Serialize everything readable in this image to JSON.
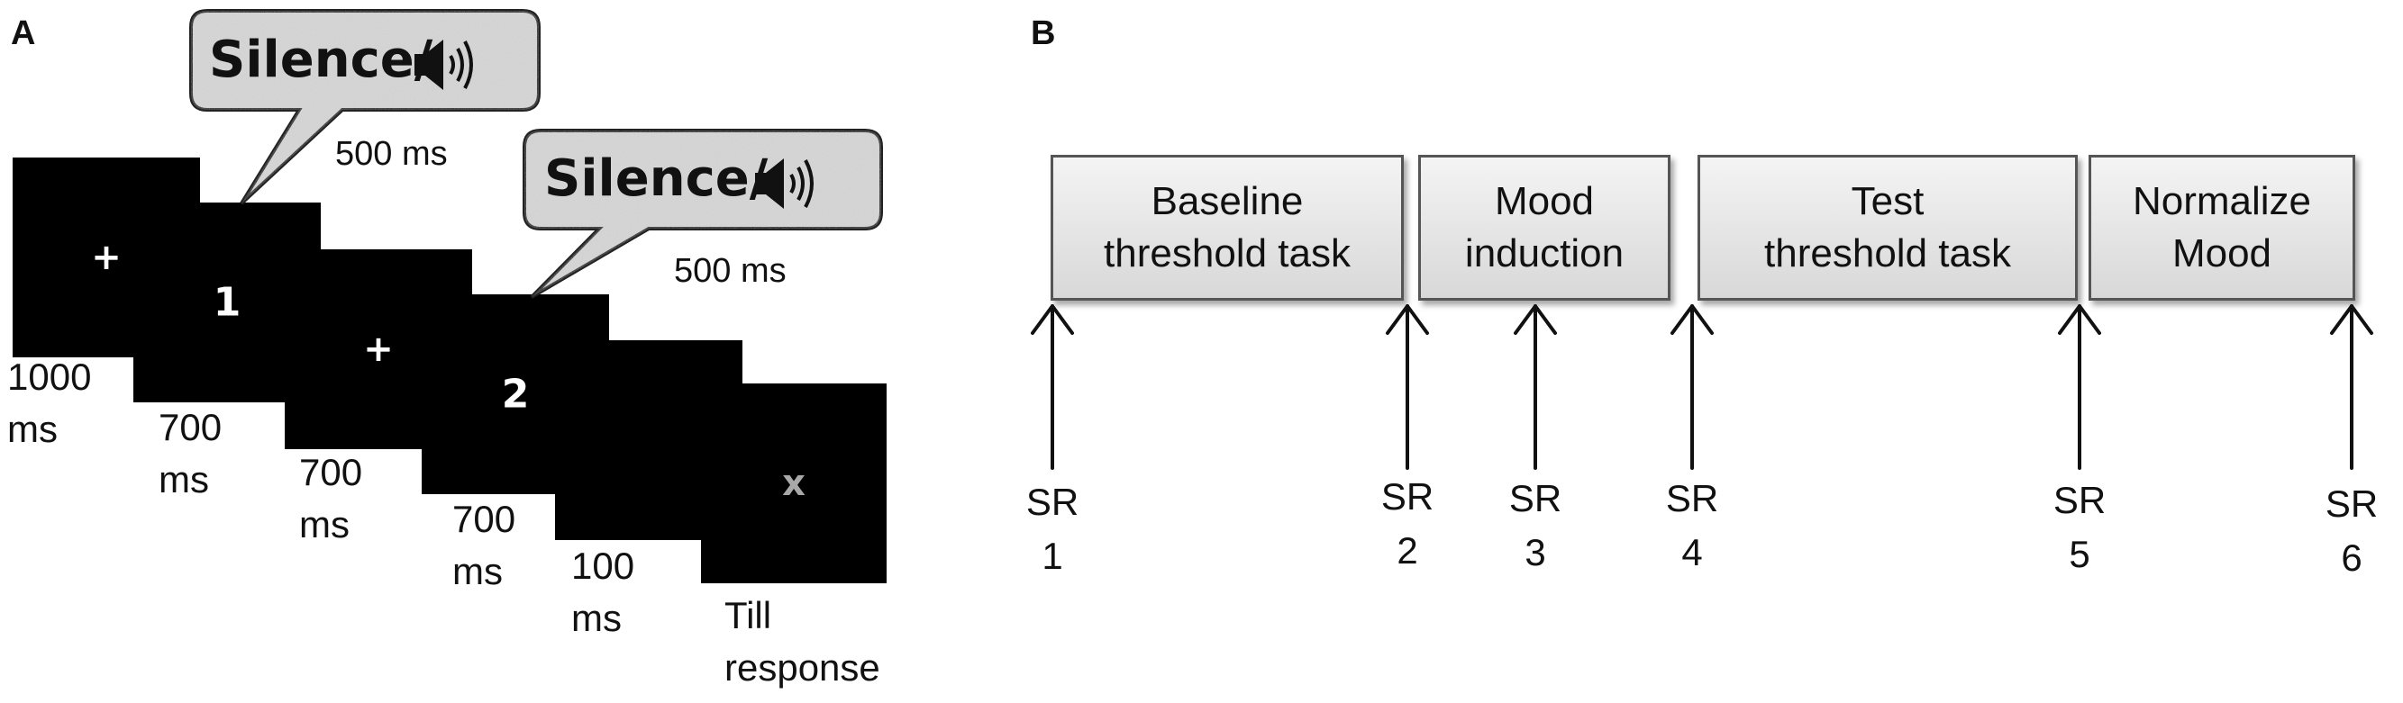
{
  "panel_a": {
    "letter": "A",
    "bubbles": [
      {
        "text": "Silence/",
        "duration": "500 ms",
        "icon": "speaker-icon"
      },
      {
        "text": "Silence/",
        "duration": "500 ms",
        "icon": "speaker-icon"
      }
    ],
    "screens": [
      {
        "symbol": "+",
        "label_line1": "1000",
        "label_line2": "ms"
      },
      {
        "symbol": "1",
        "label_line1": "700",
        "label_line2": "ms"
      },
      {
        "symbol": "+",
        "label_line1": "700",
        "label_line2": "ms"
      },
      {
        "symbol": "2",
        "label_line1": "700",
        "label_line2": "ms"
      },
      {
        "symbol": "",
        "label_line1": "100",
        "label_line2": "ms"
      },
      {
        "symbol": "x",
        "label_line1": "Till",
        "label_line2": "response"
      }
    ]
  },
  "panel_b": {
    "letter": "B",
    "phases": [
      {
        "line1": "Baseline",
        "line2": "threshold task"
      },
      {
        "line1": "Mood",
        "line2": "induction"
      },
      {
        "line1": "Test",
        "line2": "threshold task"
      },
      {
        "line1": "Normalize",
        "line2": "Mood"
      }
    ],
    "markers": [
      {
        "label": "SR",
        "number": "1"
      },
      {
        "label": "SR",
        "number": "2"
      },
      {
        "label": "SR",
        "number": "3"
      },
      {
        "label": "SR",
        "number": "4"
      },
      {
        "label": "SR",
        "number": "5"
      },
      {
        "label": "SR",
        "number": "6"
      }
    ]
  },
  "colors": {
    "screen": "#000000",
    "bubble_fill": "#dcdcdc",
    "box_border": "#555555"
  }
}
